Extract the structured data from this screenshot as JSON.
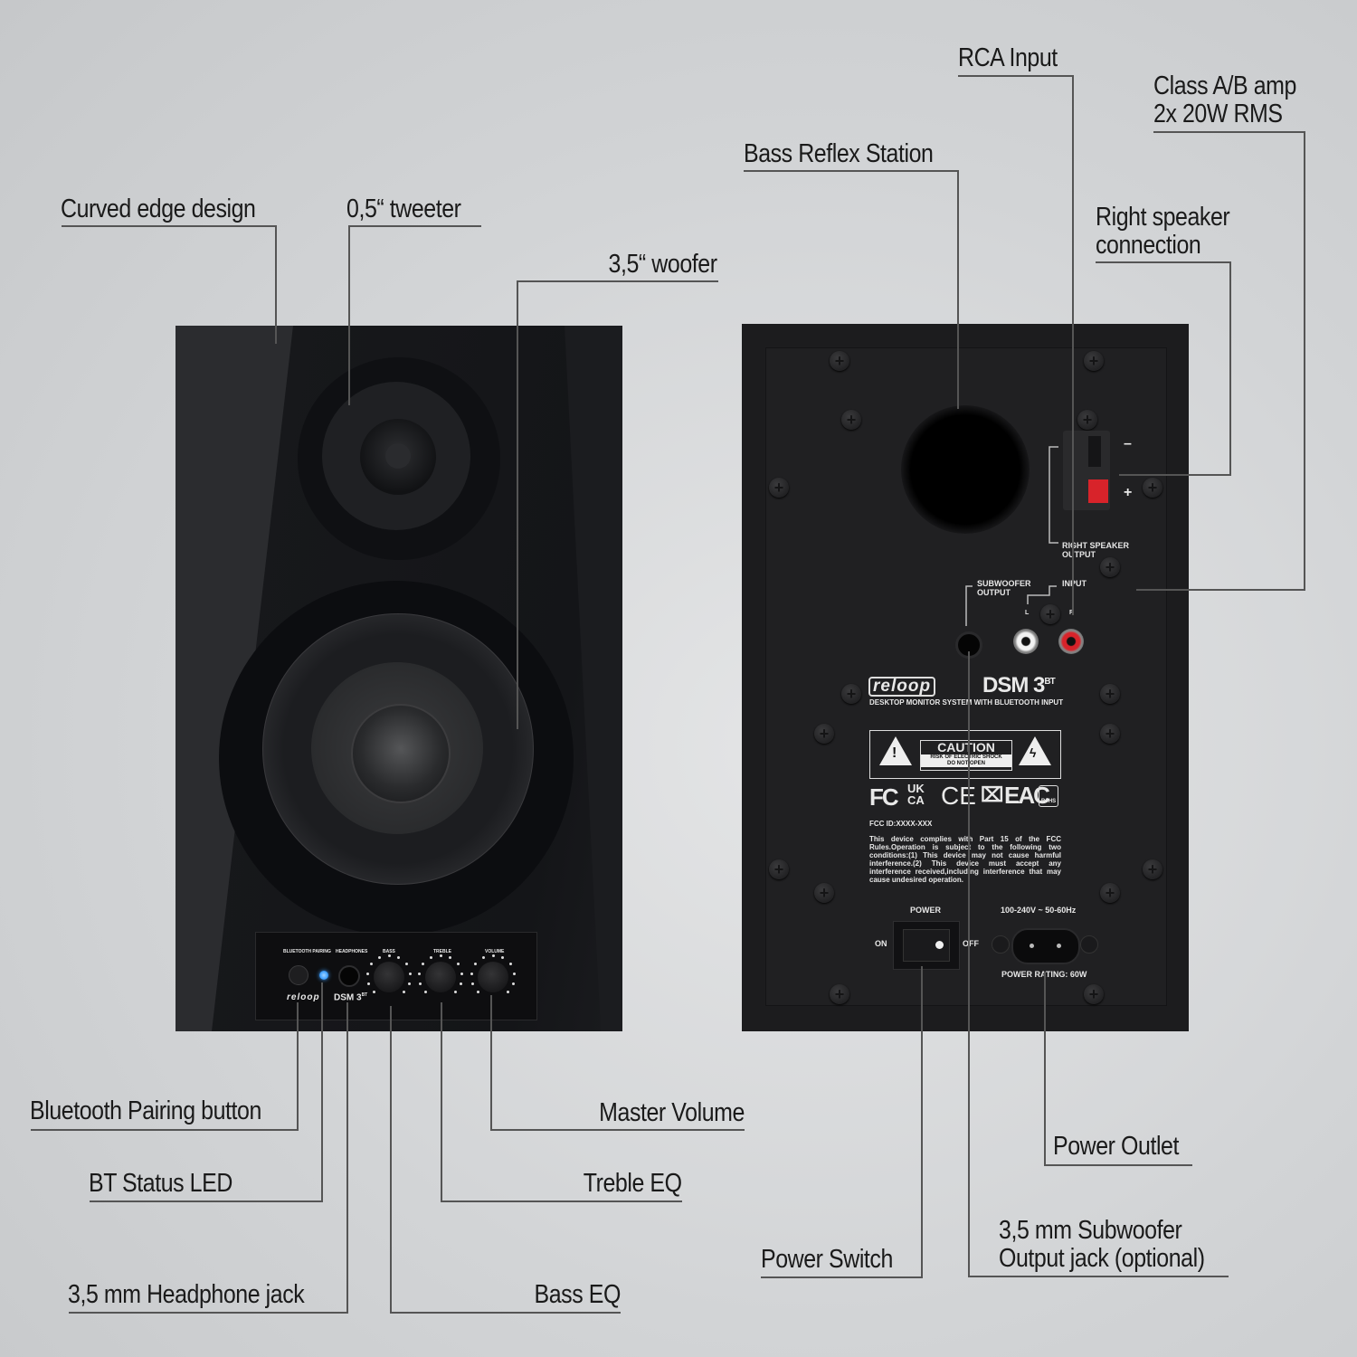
{
  "product": {
    "brand": "reloop",
    "model": "DSM 3",
    "model_suffix": "BT",
    "subtitle": "DESKTOP MONITOR SYSTEM WITH BLUETOOTH INPUT"
  },
  "callouts": {
    "curved_edge": "Curved edge design",
    "tweeter": "0,5“ tweeter",
    "woofer": "3,5“ woofer",
    "bass_reflex": "Bass Reflex Station",
    "rca_input": "RCA Input",
    "amp_line1": "Class A/B amp",
    "amp_line2": "2x 20W RMS",
    "right_conn_line1": "Right speaker",
    "right_conn_line2": "connection",
    "bt_pairing": "Bluetooth Pairing button",
    "bt_led": "BT Status LED",
    "headphone": "3,5 mm  Headphone jack",
    "bass_eq": "Bass EQ",
    "treble_eq": "Treble EQ",
    "master_volume": "Master Volume",
    "power_switch": "Power Switch",
    "power_outlet": "Power Outlet",
    "sub_line1": "3,5 mm Subwoofer",
    "sub_line2": "Output jack (optional)"
  },
  "front_panel": {
    "bt_pairing": "BLUETOOTH PAIRING",
    "headphones": "HEADPHONES",
    "bass": "BASS",
    "treble": "TREBLE",
    "volume": "VOLUME",
    "led_color": "#3fa0ff"
  },
  "rear_panel": {
    "minus": "–",
    "plus": "+",
    "right_speaker_output_1": "RIGHT SPEAKER",
    "right_speaker_output_2": "OUTPUT",
    "subwoofer_output_1": "SUBWOOFER",
    "subwoofer_output_2": "OUTPUT",
    "input": "INPUT",
    "left": "L",
    "right": "R",
    "caution": "CAUTION",
    "caution_sub1": "RISK OF ELECTRIC SHOCK",
    "caution_sub2": "DO NOT OPEN",
    "cert_fc": "FC",
    "cert_ukca_1": "UK",
    "cert_ukca_2": "CA",
    "cert_ce": "CE",
    "cert_eac": "EAC",
    "cert_rohs": "RoHS",
    "fcc_id": "FCC ID:XXXX-XXX",
    "fcc_text": "This device complies with Part 15 of the FCC Rules.Operation is subject to the following two conditions:(1) This device may not cause harmful interference.(2) This device must accept any interference received,including interference that may cause undesired operation.",
    "power": "POWER",
    "on": "ON",
    "off": "OFF",
    "voltage": "100-240V ~ 50-60Hz",
    "power_rating": "POWER RATING: 60W",
    "terminal_color": "#d8232a"
  }
}
